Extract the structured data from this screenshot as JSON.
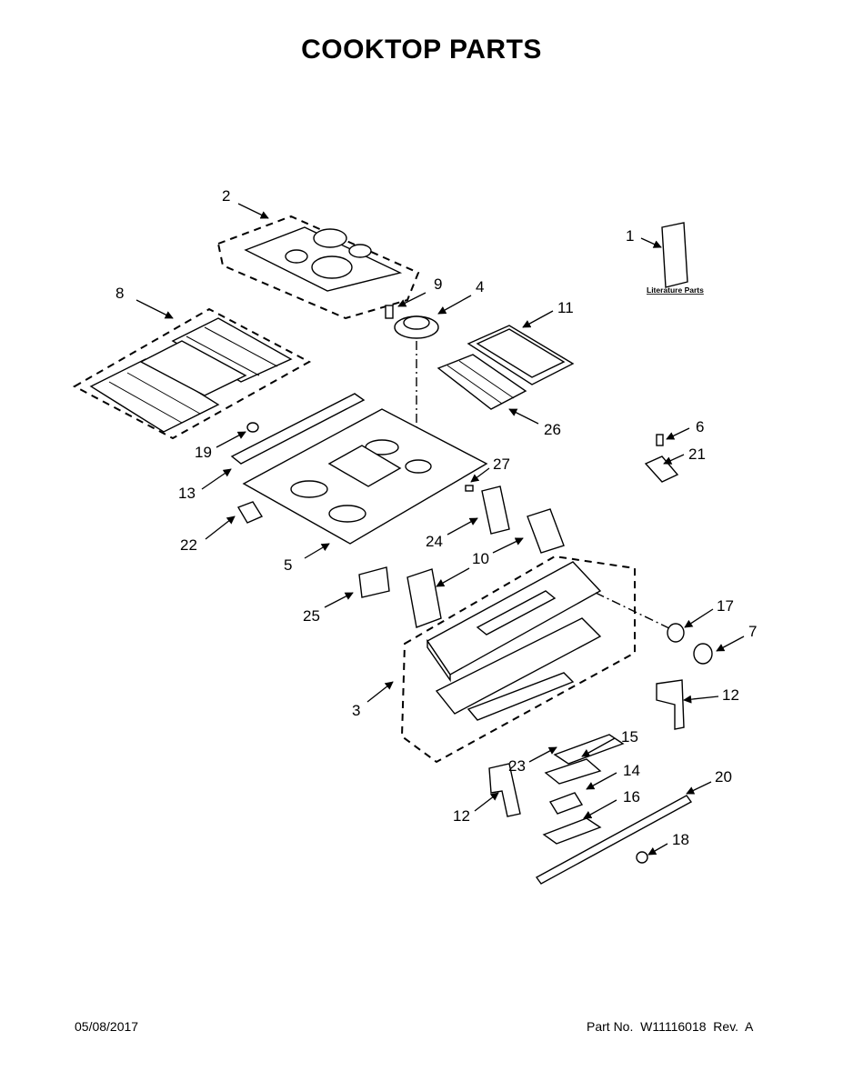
{
  "title": "COOKTOP PARTS",
  "literature_label": "Literature Parts",
  "footer": {
    "date": "05/08/2017",
    "part_number": "Part No.  W11116018  Rev.  A"
  },
  "callouts": {
    "c1": "1",
    "c2": "2",
    "c3": "3",
    "c4": "4",
    "c5": "5",
    "c6": "6",
    "c7": "7",
    "c8": "8",
    "c9": "9",
    "c10": "10",
    "c11": "11",
    "c12a": "12",
    "c12b": "12",
    "c13": "13",
    "c14": "14",
    "c15": "15",
    "c16": "16",
    "c17": "17",
    "c18": "18",
    "c19": "19",
    "c20": "20",
    "c21": "21",
    "c22": "22",
    "c23": "23",
    "c24": "24",
    "c25": "25",
    "c26": "26",
    "c27": "27"
  }
}
